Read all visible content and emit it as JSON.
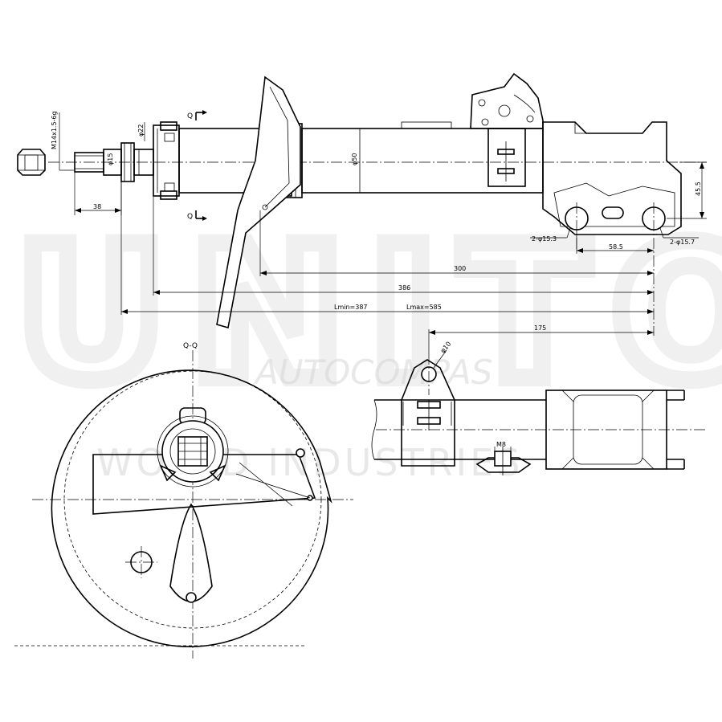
{
  "thread_label": "M14x1.5-6g",
  "dim_38": "38",
  "dia_15": "φ15",
  "dia_22": "φ22",
  "dia_50": "φ50",
  "section_mark": "Q",
  "section_title": "Q-Q",
  "dim_45_5": "45.5",
  "hole_left": "2-φ15.3",
  "hole_right": "2-φ15.7",
  "dim_58_5": "58.5",
  "dim_300": "300",
  "dim_386": "386",
  "lmin": "Lmin=387",
  "lmax": "Lmax=585",
  "dim_175": "175",
  "dia_10": "φ10",
  "bolt_m8": "M8",
  "watermark": {
    "brand": "UNITO",
    "line1": "AUTOCOMPAS",
    "line2": "WORLD INDUSTRIES"
  },
  "colors": {
    "line": "#000000",
    "background": "#ffffff",
    "watermark": "#d6d6d6"
  }
}
